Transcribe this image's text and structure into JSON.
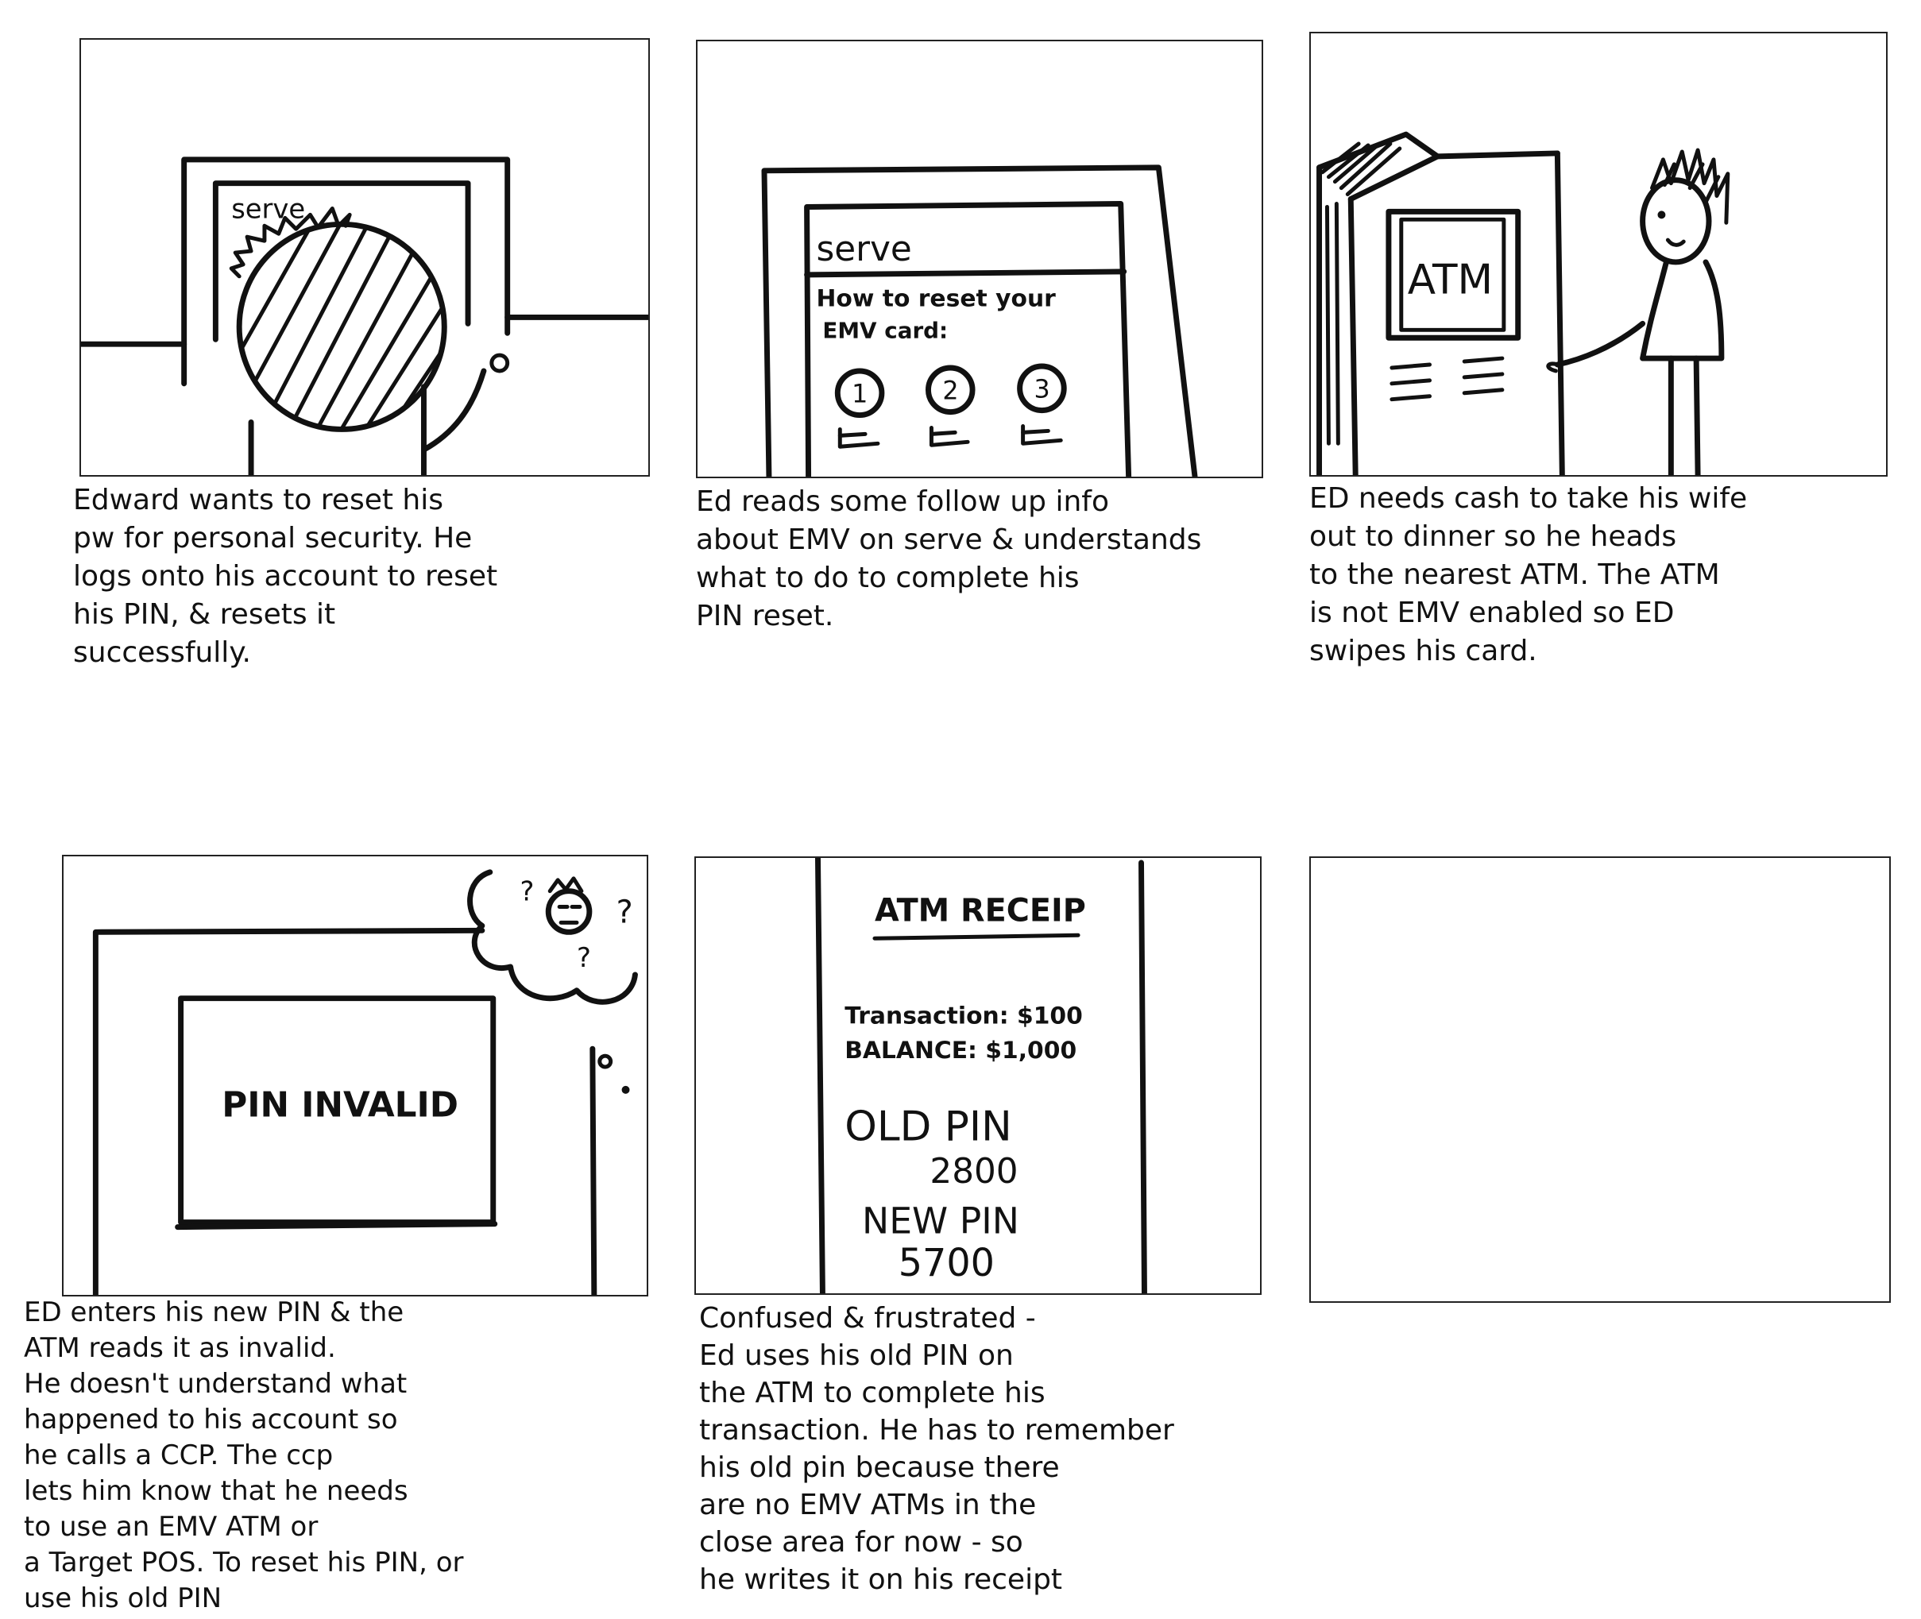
{
  "panels": [
    {
      "screen_brand": "serve",
      "caption": "Edward wants to reset his\npw for personal security. He\nlogs onto his account to reset\nhis PIN, & resets it\nsuccessfully."
    },
    {
      "screen_brand": "serve",
      "screen_heading": "How to reset your",
      "screen_subheading": "EMV card:",
      "steps": [
        "1",
        "2",
        "3"
      ],
      "caption": "Ed reads some follow up info\nabout EMV on serve & understands\nwhat to do to complete his\nPIN reset."
    },
    {
      "atm_label": "ATM",
      "caption": "ED needs cash to take his wife\nout to dinner so he heads\nto the nearest ATM. The ATM\nis not EMV enabled so ED\nswipes his card."
    },
    {
      "screen_message": "PIN INVALID",
      "thought_marks": [
        "?",
        "?",
        "?"
      ],
      "caption": "ED enters his new PIN & the\nATM reads it as invalid.\nHe doesn't understand what\nhappened to his account so\nhe calls a CCP. The ccp\nlets him know that he needs\nto use an EMV ATM or\na Target POS. To reset his PIN, or\nuse his old PIN"
    },
    {
      "receipt_title": "ATM RECEIP",
      "transaction_line": "Transaction: $100",
      "balance_line": "BALANCE: $1,000",
      "old_pin_label": "OLD PIN",
      "old_pin_value": "2800",
      "new_pin_label": "NEW PIN",
      "new_pin_value": "5700",
      "caption": "Confused & frustrated -\nEd uses his old PIN on\nthe ATM to complete his\ntransaction. He has to remember\nhis old pin because there\nare no EMV ATMs in the\nclose area for now - so\nhe writes it on his receipt"
    },
    {
      "caption": ""
    }
  ]
}
